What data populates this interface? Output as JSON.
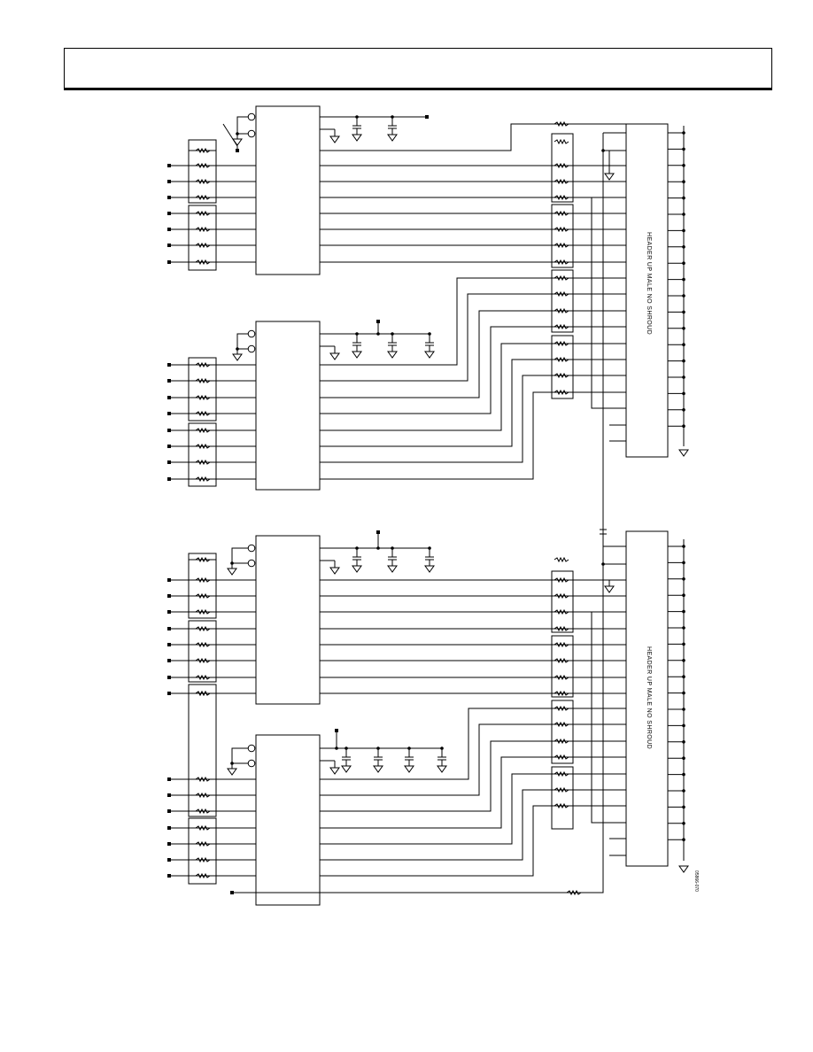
{
  "header": {
    "title": ""
  },
  "schematic": {
    "connectors": [
      {
        "label": "HEADER UP MALE NO SHROUD"
      },
      {
        "label": "HEADER UP MALE NO SHROUD"
      }
    ],
    "figure_code": "05866-070"
  }
}
